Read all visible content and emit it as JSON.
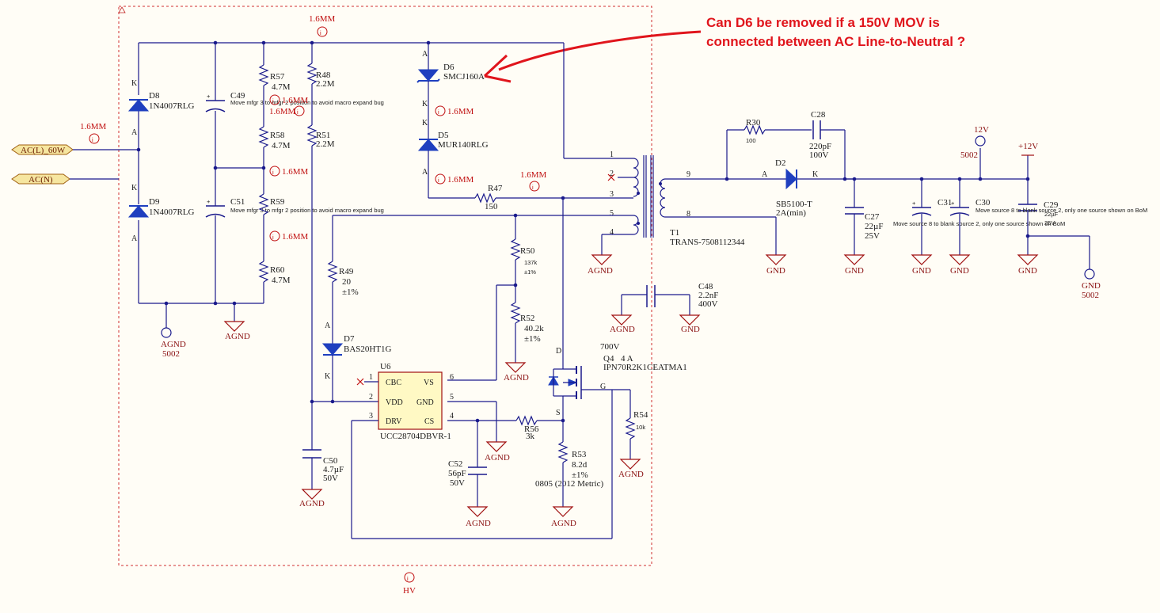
{
  "question": {
    "line1": "Can D6 be removed if a 150V MOV is",
    "line2": "connected between AC Line-to-Neutral ?"
  },
  "ports": {
    "ac_line": "AC(L)_60W",
    "ac_neutral": "AC(N)"
  },
  "hv_label": "HV",
  "clearance": "1.6MM",
  "ground": {
    "agnd": "AGND",
    "gnd": "GND",
    "net": "5002",
    "v12": "12V",
    "p12": "+12V"
  },
  "components": {
    "D8": {
      "ref": "D8",
      "value": "1N4007RLG"
    },
    "D9": {
      "ref": "D9",
      "value": "1N4007RLG"
    },
    "C49": {
      "ref": "C49",
      "note": "Move mfgr 3 to mfgr 2 position to avoid macro expand bug"
    },
    "C51": {
      "ref": "C51",
      "note": "Move mfgr 3 to mfgr 2 position to avoid macro expand bug"
    },
    "R57": {
      "ref": "R57",
      "value": "4.7M"
    },
    "R58": {
      "ref": "R58",
      "value": "4.7M"
    },
    "R59": {
      "ref": "R59",
      "value": "4.7M"
    },
    "R60": {
      "ref": "R60",
      "value": "4.7M"
    },
    "R48": {
      "ref": "R48",
      "value": "2.2M"
    },
    "R51": {
      "ref": "R51",
      "value": "2.2M"
    },
    "D6": {
      "ref": "D6",
      "value": "SMCJ160A"
    },
    "D5": {
      "ref": "D5",
      "value": "MUR140RLG"
    },
    "R47": {
      "ref": "R47",
      "value": "150"
    },
    "R49": {
      "ref": "R49",
      "value": "20",
      "tol": "±1%"
    },
    "D7": {
      "ref": "D7",
      "value": "BAS20HT1G"
    },
    "R50": {
      "ref": "R50",
      "value": "137k",
      "tol": "±1%"
    },
    "R52": {
      "ref": "R52",
      "value": "40.2k",
      "tol": "±1%"
    },
    "U6": {
      "ref": "U6",
      "value": "UCC28704DBVR-1",
      "pins": [
        "CBC",
        "VDD",
        "DRV",
        "VS",
        "GND",
        "CS"
      ]
    },
    "C50": {
      "ref": "C50",
      "value": "4.7µF",
      "volt": "50V"
    },
    "C52": {
      "ref": "C52",
      "value": "56pF",
      "volt": "50V"
    },
    "R56": {
      "ref": "R56",
      "value": "3k"
    },
    "Q4": {
      "ref": "Q4",
      "volt": "700V",
      "amp": "4 A",
      "value": "IPN70R2K1CEATMA1"
    },
    "R53": {
      "ref": "R53",
      "value": "8.2d",
      "tol": "±1%",
      "pkg": "0805 (2012 Metric)"
    },
    "R54": {
      "ref": "R54",
      "value": "10k"
    },
    "C48": {
      "ref": "C48",
      "value": "2.2nF",
      "volt": "400V"
    },
    "T1": {
      "ref": "T1",
      "value": "TRANS-7508112344"
    },
    "R30": {
      "ref": "R30",
      "value": "100"
    },
    "C28": {
      "ref": "C28",
      "value": "220pF",
      "volt": "100V"
    },
    "D2": {
      "ref": "D2",
      "value": "SB5100-T",
      "rating": "2A(min)"
    },
    "C27": {
      "ref": "C27",
      "value": "22µF",
      "volt": "25V"
    },
    "C31": {
      "ref": "C31"
    },
    "C30": {
      "ref": "C30",
      "note": "Move source 8 to blank source 2, only one source shown on BoM"
    },
    "C29": {
      "ref": "C29",
      "value": "22µF",
      "volt": "25V",
      "note": "Move source 8 to blank source 2, only one source shown on BoM"
    }
  }
}
